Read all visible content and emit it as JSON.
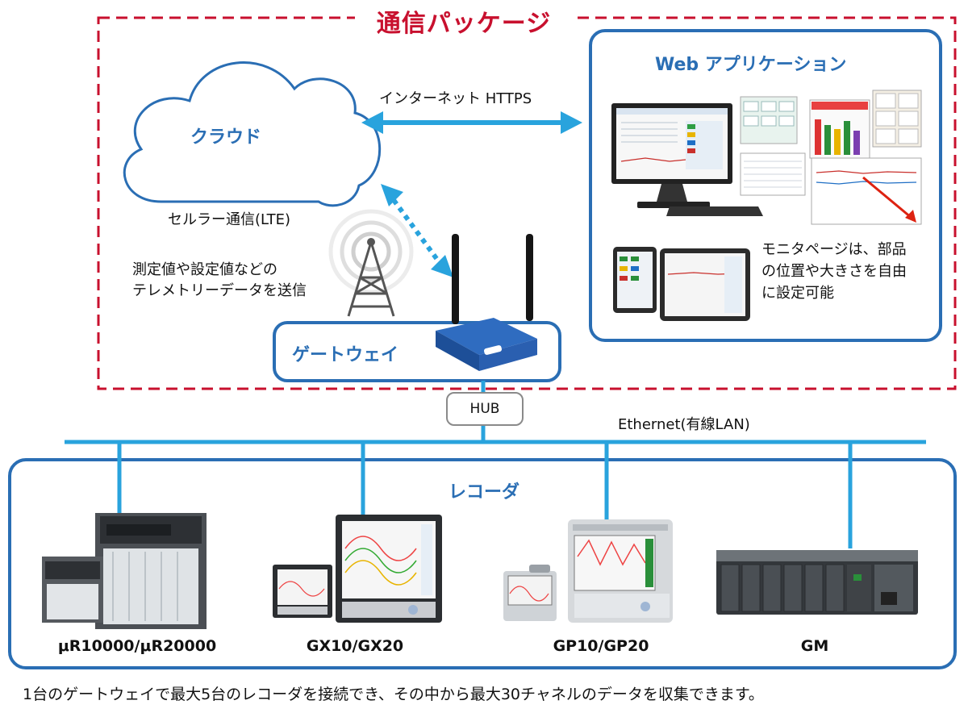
{
  "package": {
    "title": "通信パッケージ"
  },
  "cloud": {
    "label": "クラウド",
    "cellular_label": "セルラー通信(LTE)"
  },
  "internet": {
    "label": "インターネット HTTPS"
  },
  "web_app": {
    "title": "Web アプリケーション",
    "note_lines": [
      "モニタページは、部品",
      "の位置や大きさを自由",
      "に設定可能"
    ]
  },
  "telemetry": {
    "lines": [
      "測定値や設定値などの",
      "テレメトリーデータを送信"
    ]
  },
  "gateway": {
    "title": "ゲートウェイ"
  },
  "hub": {
    "label": "HUB"
  },
  "ethernet": {
    "label": "Ethernet(有線LAN)"
  },
  "recorders": {
    "title": "レコーダ",
    "models": [
      {
        "name": "μR10000/μR20000"
      },
      {
        "name": "GX10/GX20"
      },
      {
        "name": "GP10/GP20"
      },
      {
        "name": "GM"
      }
    ]
  },
  "footer": {
    "text": "1台のゲートウェイで最大5台のレコーダを接続でき、その中から最大30チャネルのデータを収集できます。"
  },
  "colors": {
    "package_border": "#c8102e",
    "box_border": "#2a6eb4",
    "network_line": "#29a3dd"
  }
}
